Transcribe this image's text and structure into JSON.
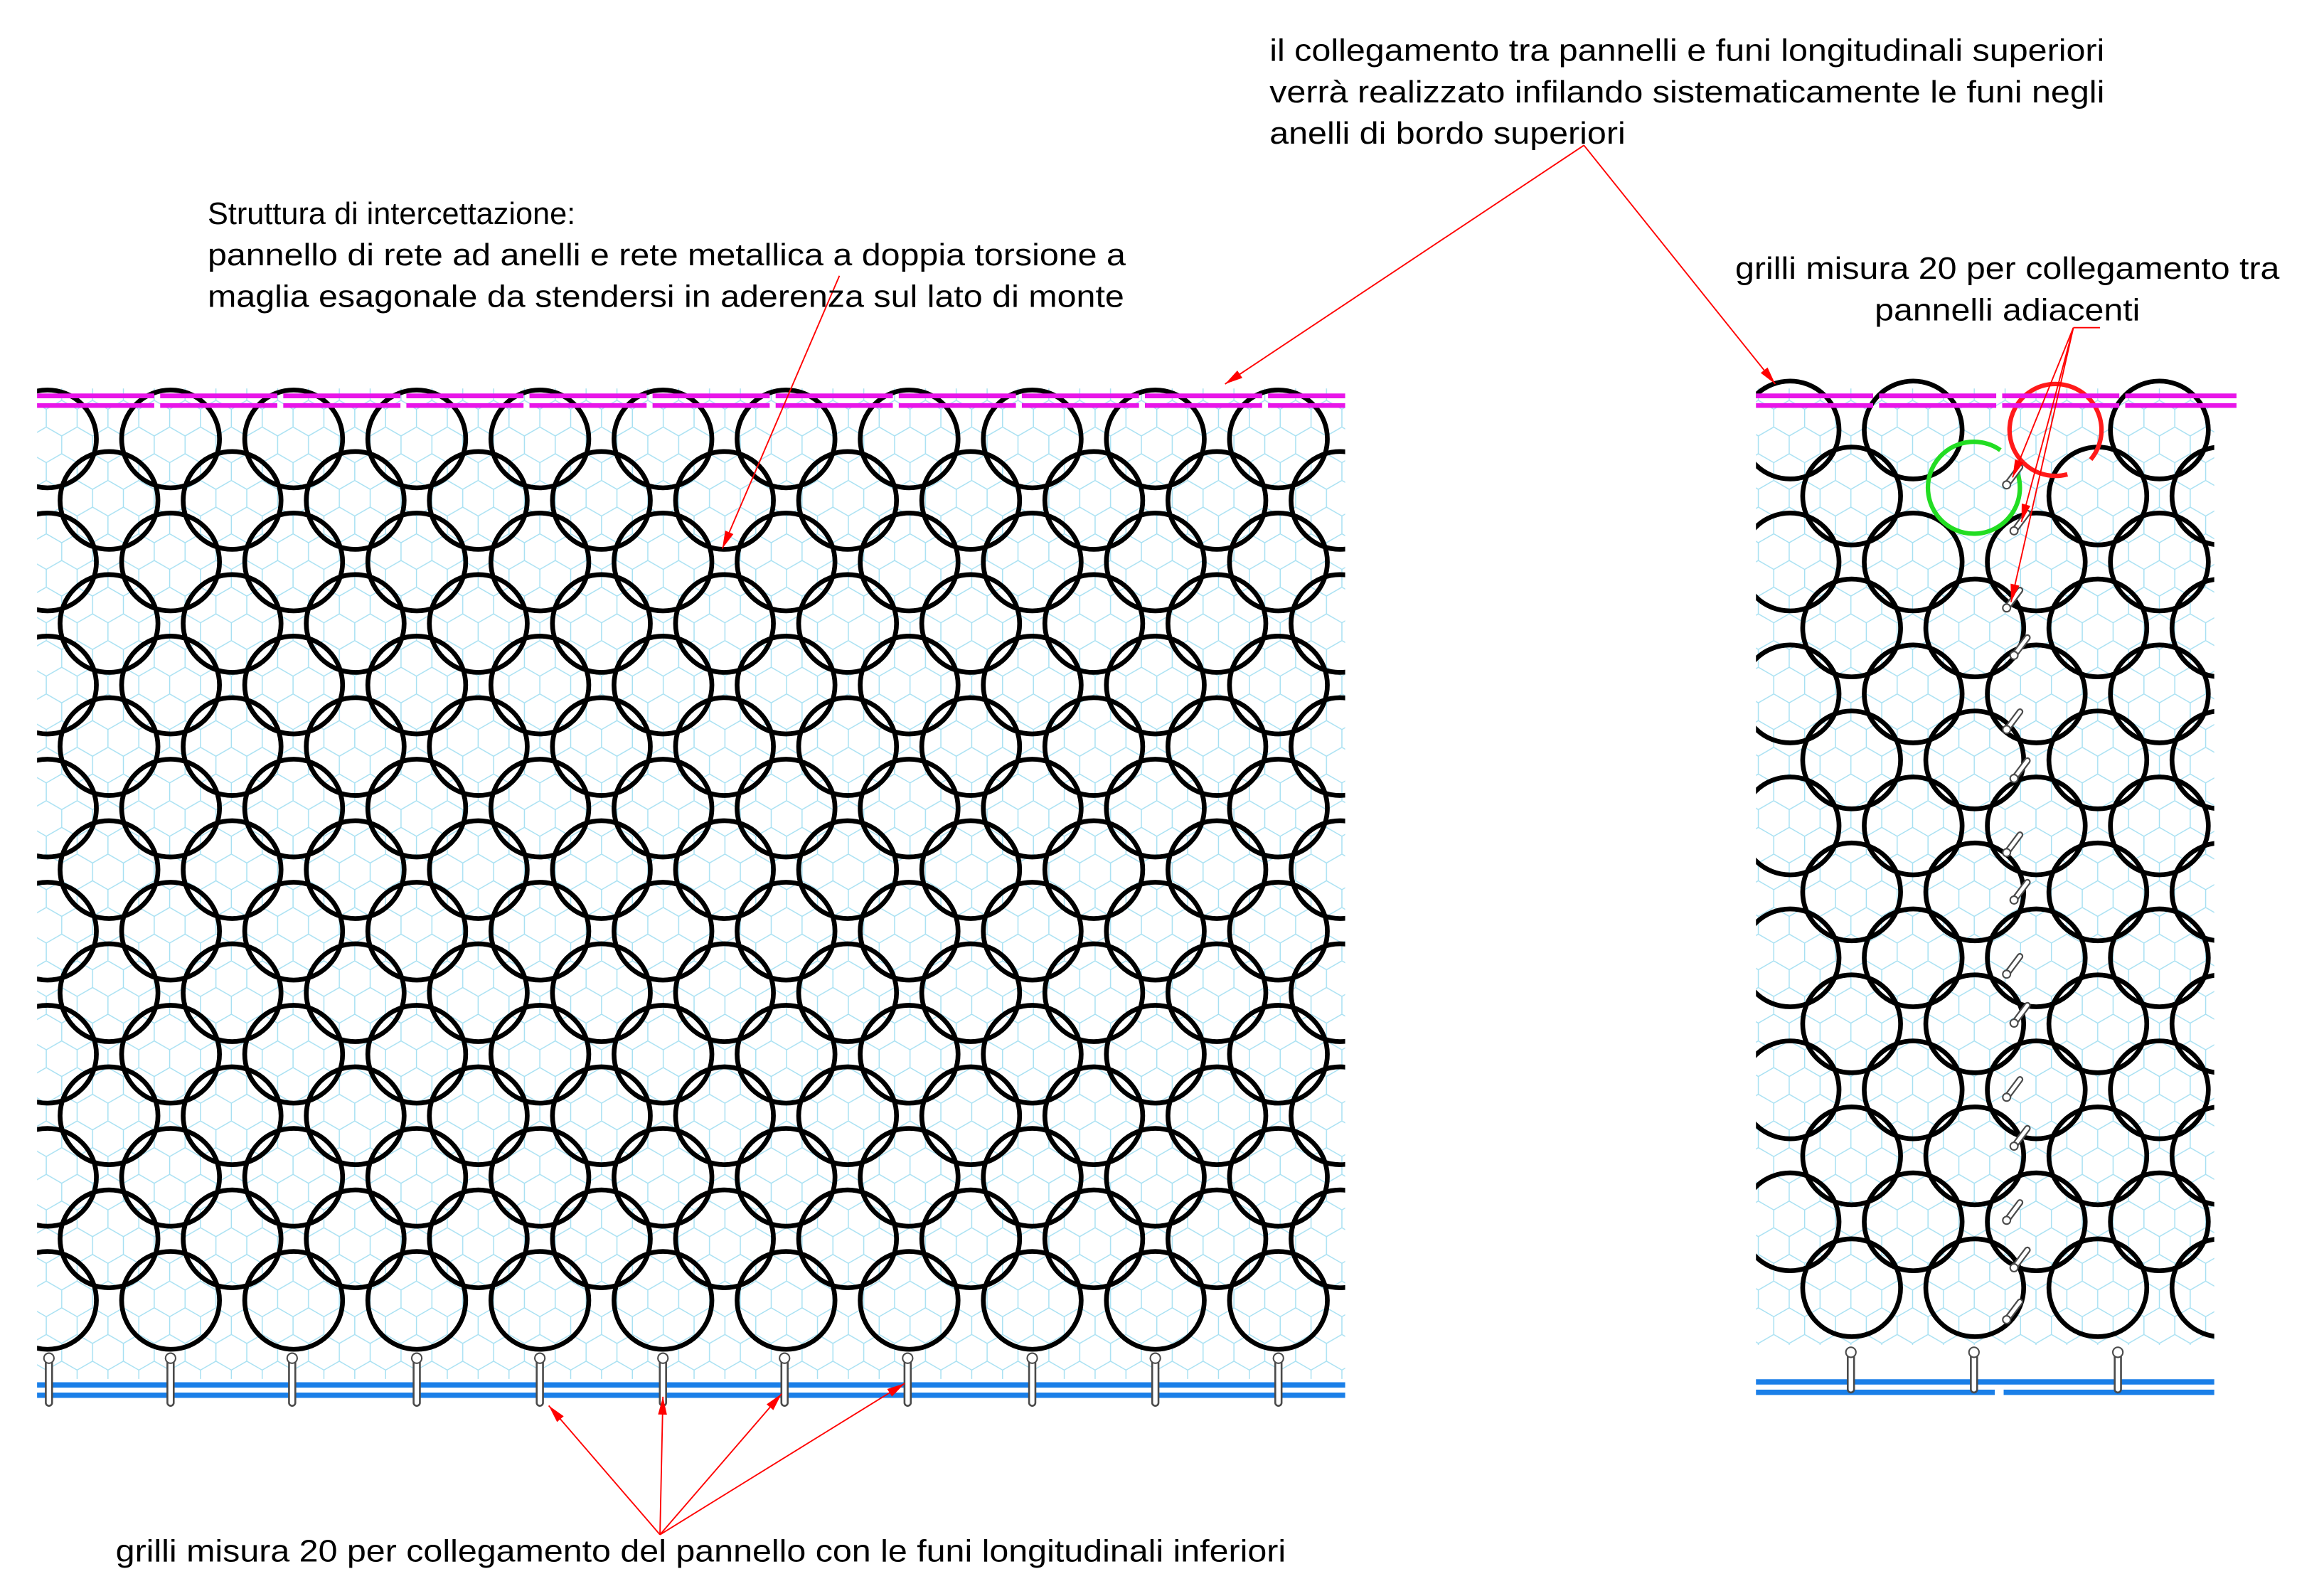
{
  "annotations": {
    "top_note": {
      "lines": [
        "il collegamento tra pannelli e funi longitudinali superiori",
        "verrà realizzato infilando sistematicamente le funi negli",
        "anelli di bordo superiori"
      ]
    },
    "structure_note": {
      "lines": [
        "Struttura di intercettazione:",
        "pannello di rete ad anelli e rete metallica a doppia torsione a",
        "maglia esagonale da stendersi in aderenza sul lato di monte"
      ]
    },
    "adjacent_shackles_note": {
      "lines": [
        "grilli misura 20 per collegamento tra",
        "pannelli adiacenti"
      ]
    },
    "bottom_shackles_note": {
      "lines": [
        "grilli misura 20 per collegamento del pannello con le funi longitudinali inferiori"
      ]
    }
  },
  "colors": {
    "ring": "#000000",
    "mesh": "#a6e0f2",
    "rope_top": "#e815e8",
    "rope_bottom": "#1a7fe8",
    "leader": "#ff0000",
    "highlight_a": "#ff1a1a",
    "highlight_b": "#22dd22"
  }
}
